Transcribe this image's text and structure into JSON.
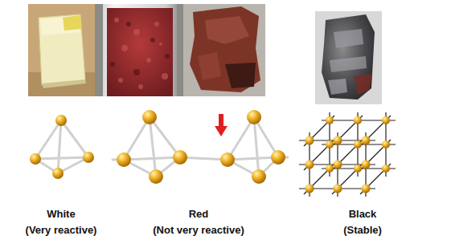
{
  "diagram": {
    "labels": [
      "White",
      "(Very reactive)",
      "Red",
      "(Not very reactive)",
      "Black",
      "(Stable)"
    ]
  }
}
